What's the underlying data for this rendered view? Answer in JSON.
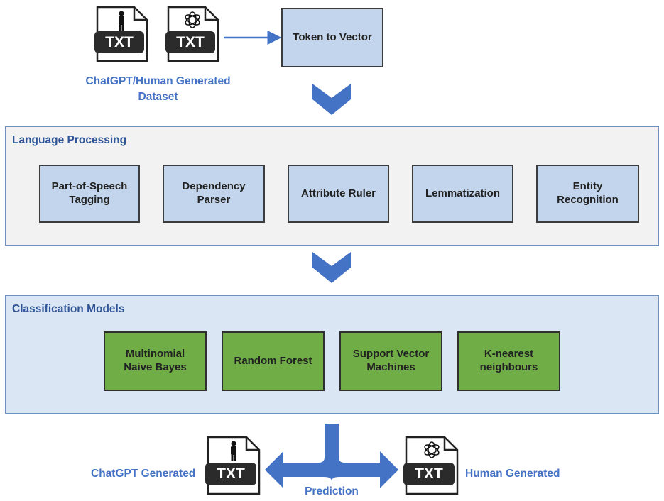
{
  "dataset": {
    "file_label": "TXT",
    "caption_line1": "ChatGPT/Human Generated",
    "caption_line2": "Dataset"
  },
  "token_box": {
    "label": "Token to Vector"
  },
  "language_processing": {
    "title": "Language Processing",
    "steps": [
      {
        "line1": "Part-of-Speech",
        "line2": "Tagging"
      },
      {
        "line1": "Dependency",
        "line2": "Parser"
      },
      {
        "line1": "Attribute Ruler",
        "line2": ""
      },
      {
        "line1": "Lemmatization",
        "line2": ""
      },
      {
        "line1": "Entity",
        "line2": "Recognition"
      }
    ]
  },
  "classification": {
    "title": "Classification Models",
    "models": [
      {
        "line1": "Multinomial",
        "line2": "Naive Bayes"
      },
      {
        "line1": "Random Forest",
        "line2": ""
      },
      {
        "line1": "Support Vector",
        "line2": "Machines"
      },
      {
        "line1": "K-nearest",
        "line2": "neighbours"
      }
    ]
  },
  "output": {
    "left_label": "ChatGPT Generated",
    "right_label": "Human Generated",
    "prediction_label": "Prediction",
    "file_label": "TXT"
  },
  "colors": {
    "process_box": "#c3d5ec",
    "model_box": "#70ad47",
    "accent_blue": "#4472c4",
    "title_blue": "#2f5597",
    "panel_gray": "#f2f2f2",
    "panel_blue": "#dbe6f4"
  },
  "icons": [
    "person-icon",
    "openai-logo-icon",
    "document-icon"
  ]
}
